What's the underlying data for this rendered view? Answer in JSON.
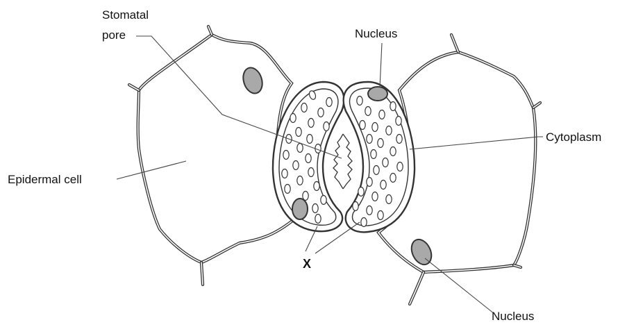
{
  "labels": {
    "stomatal_pore_line1": "Stomatal",
    "stomatal_pore_line2": "pore",
    "nucleus_top": "Nucleus",
    "cytoplasm": "Cytoplasm",
    "epidermal_cell": "Epidermal cell",
    "x_marker": "X",
    "nucleus_bottom": "Nucleus"
  },
  "colors": {
    "outline": "#333333",
    "nucleus_fill": "#a9a9a9",
    "background": "#ffffff"
  }
}
